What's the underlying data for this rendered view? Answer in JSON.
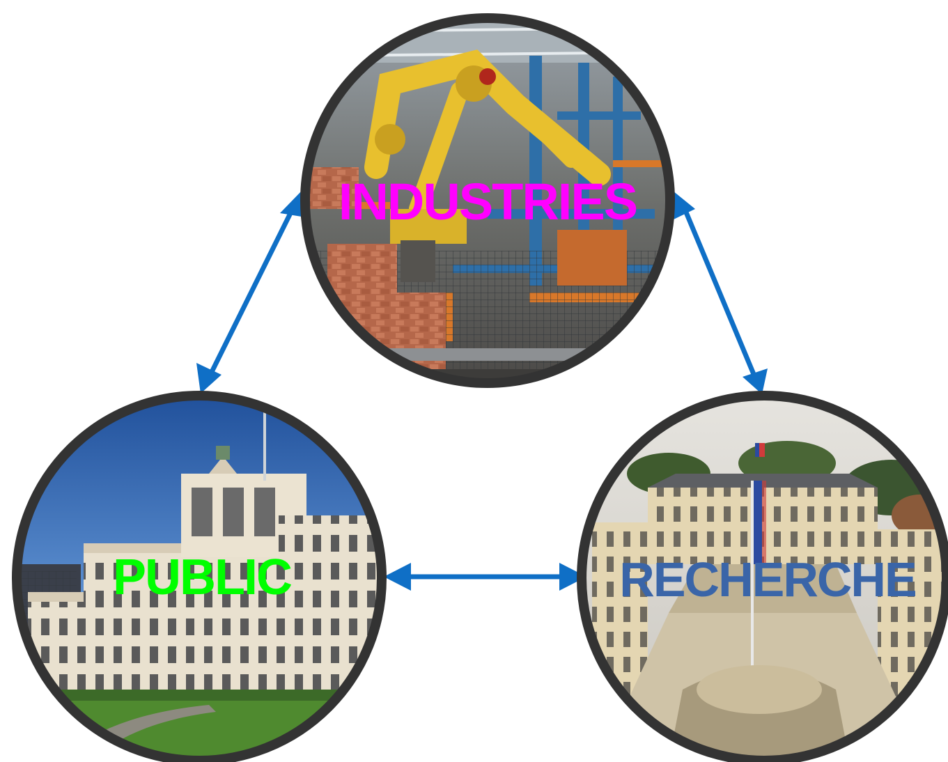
{
  "nodes": {
    "industries": {
      "label": "INDUSTRIES",
      "label_color": "#ff00ff",
      "scene": "industrial-robot-arm-factory"
    },
    "public": {
      "label": "PUBLIC",
      "label_color": "#00ff00",
      "scene": "university-building"
    },
    "recherche": {
      "label": "RECHERCHE",
      "label_color": "#3a65a8",
      "scene": "palace-courtyard-with-flag"
    }
  },
  "colors": {
    "arrow": "#0f6fc6",
    "circle_border": "#333333"
  },
  "connections": [
    {
      "from": "industries",
      "to": "public",
      "bidirectional": true
    },
    {
      "from": "industries",
      "to": "recherche",
      "bidirectional": true
    },
    {
      "from": "public",
      "to": "recherche",
      "bidirectional": true
    }
  ]
}
